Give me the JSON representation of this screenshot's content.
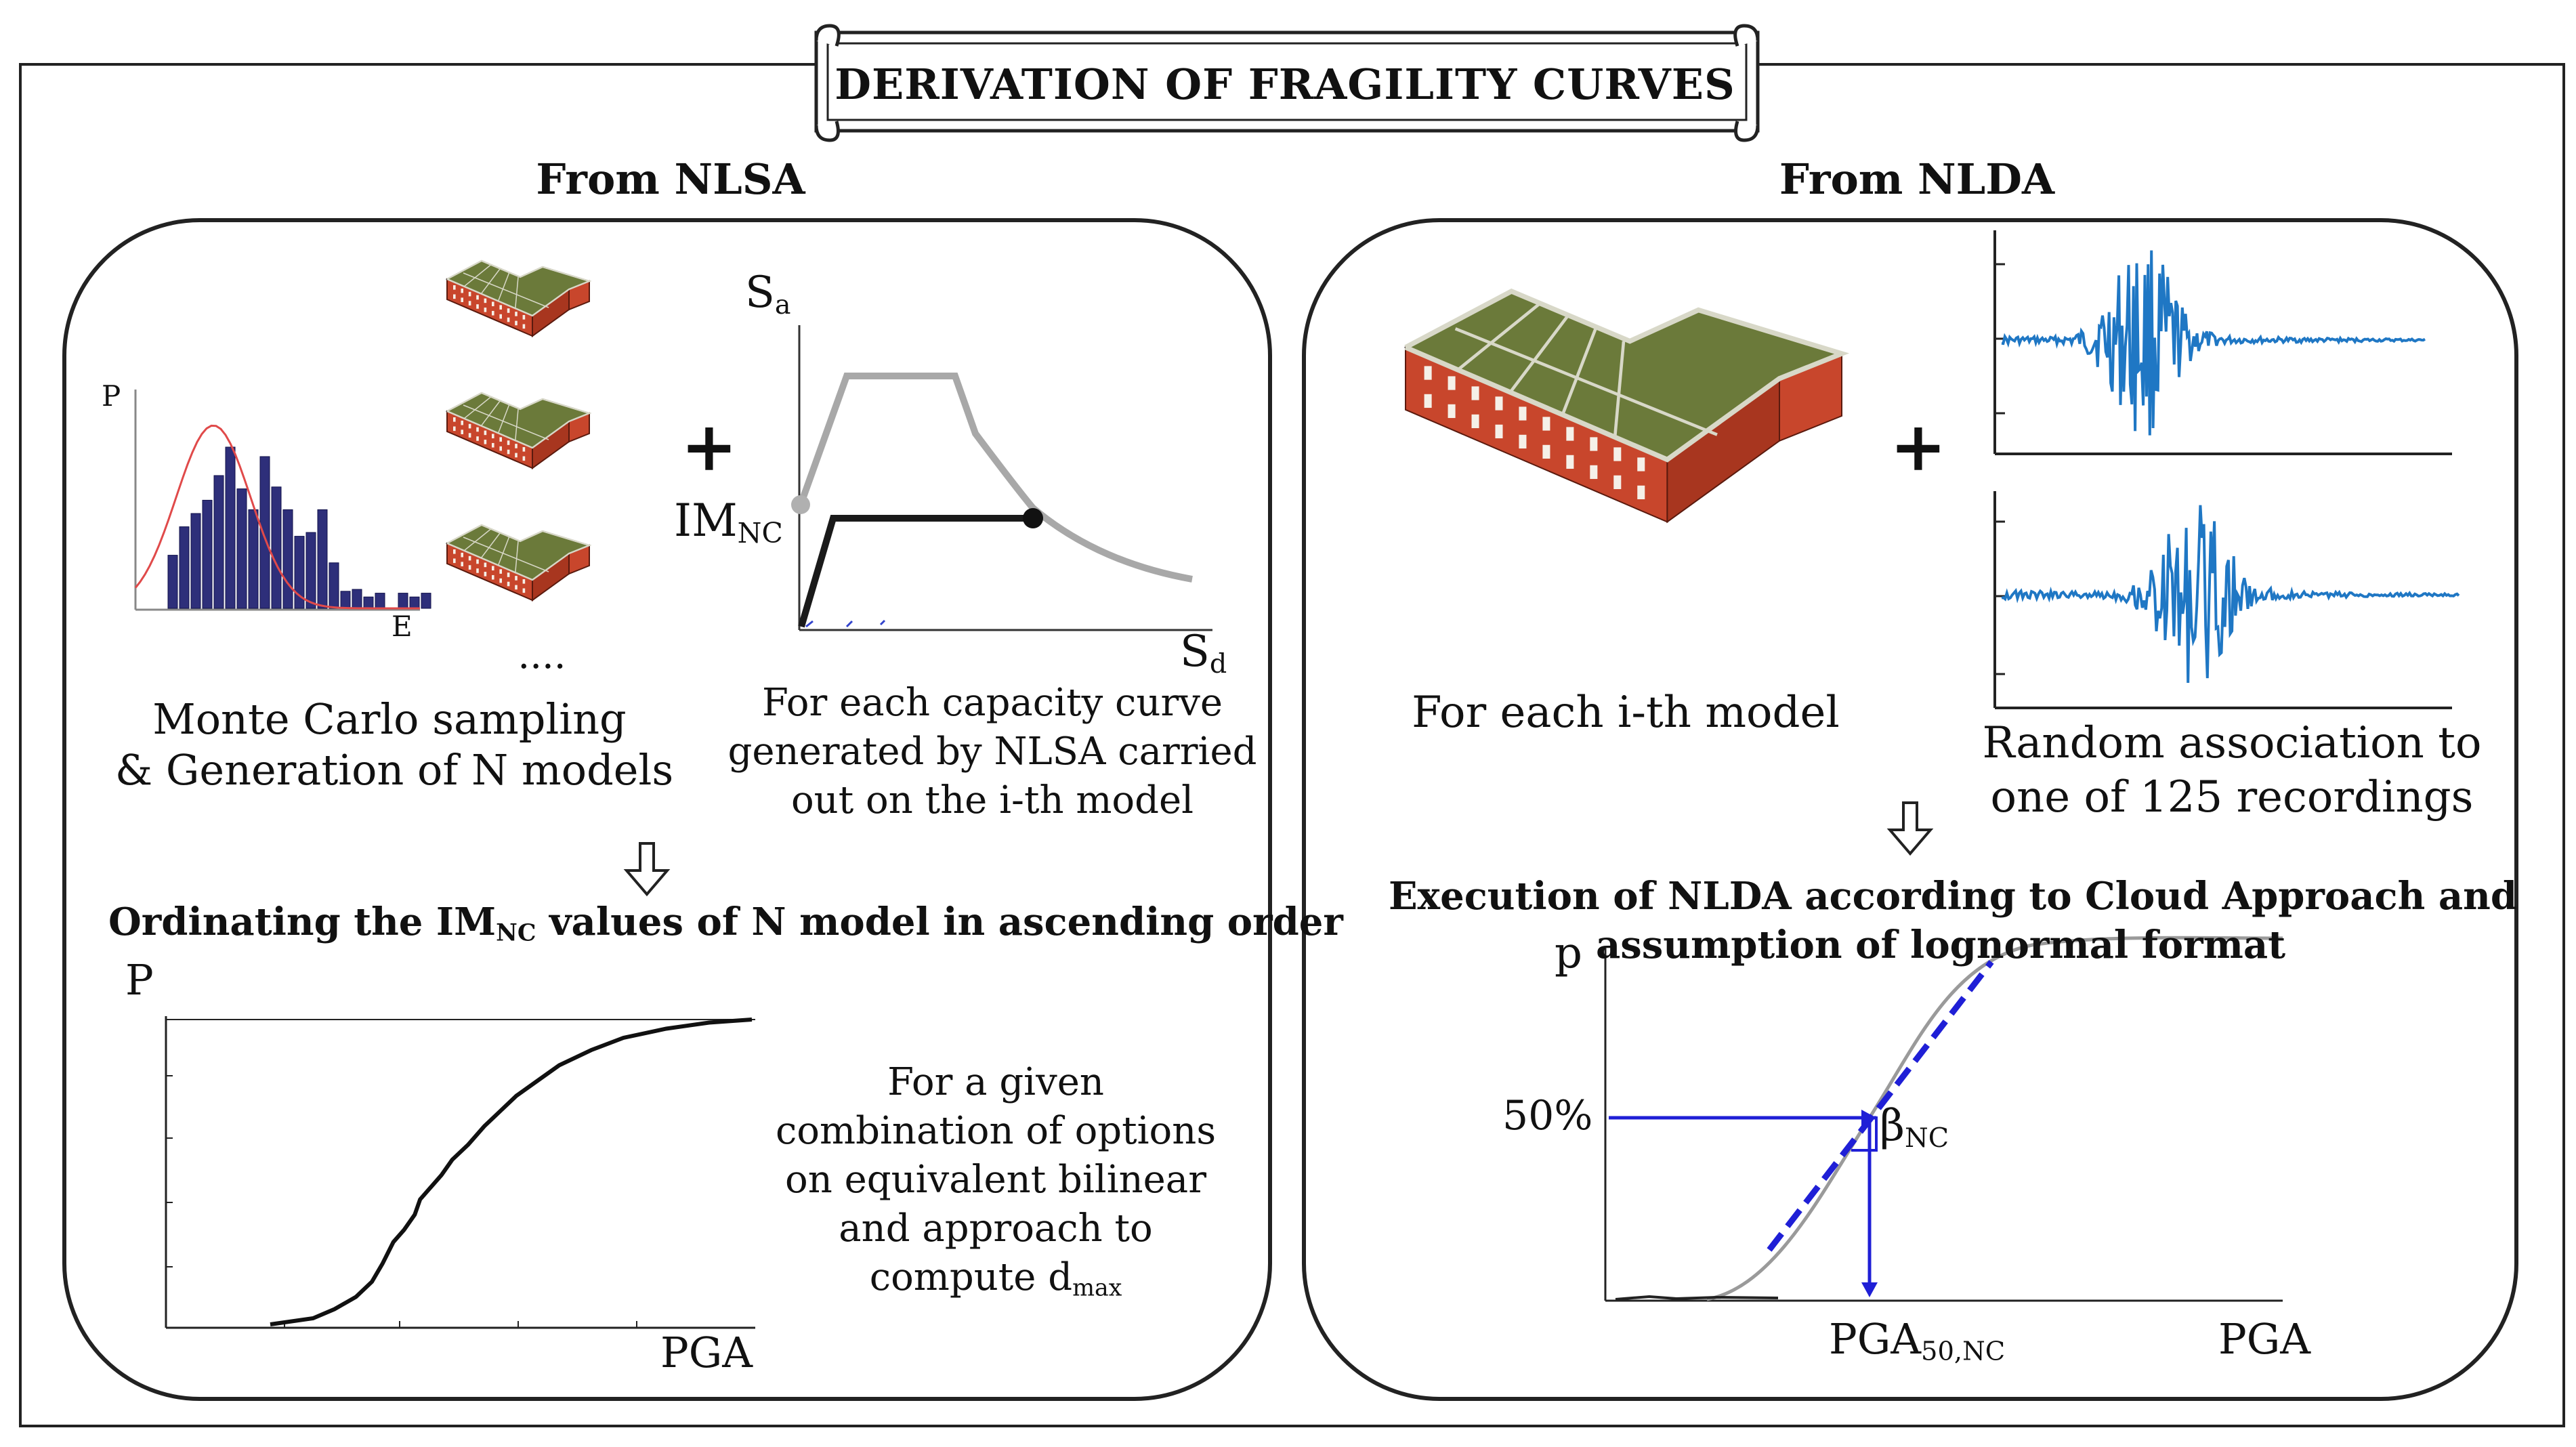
{
  "title": "DERIVATION OF FRAGILITY CURVES",
  "left_panel": {
    "heading": "From NLSA",
    "histogram": {
      "ylabel": "P",
      "xlabel": "E",
      "bars": [
        0.28,
        0.43,
        0.5,
        0.57,
        0.7,
        0.85,
        0.63,
        0.52,
        0.8,
        0.64,
        0.52,
        0.38,
        0.4,
        0.52,
        0.24,
        0.09,
        0.1,
        0.06,
        0.08,
        0.0,
        0.08,
        0.06,
        0.08
      ]
    },
    "plus": "+",
    "dots": "....",
    "caption_left_line1": "Monte Carlo sampling",
    "caption_left_line2": "& Generation of N models",
    "capacity_plot": {
      "ylabel_main": "S",
      "ylabel_sub": "a",
      "xlabel_main": "S",
      "xlabel_sub": "d",
      "im_main": "IM",
      "im_sub": "NC"
    },
    "caption_right_line1": "For each capacity curve",
    "caption_right_line2": "generated by NLSA carried",
    "caption_right_line3": "out on the i-th model",
    "ordering_pre": "Ordinating the IM",
    "ordering_sub": "NC",
    "ordering_post": " values of N model in ascending order",
    "cdf_plot": {
      "ylabel": "P",
      "xlabel": "PGA",
      "curve": [
        [
          0.1,
          0.0
        ],
        [
          0.18,
          0.02
        ],
        [
          0.22,
          0.05
        ],
        [
          0.26,
          0.09
        ],
        [
          0.29,
          0.14
        ],
        [
          0.31,
          0.2
        ],
        [
          0.33,
          0.27
        ],
        [
          0.35,
          0.31
        ],
        [
          0.37,
          0.36
        ],
        [
          0.38,
          0.41
        ],
        [
          0.4,
          0.45
        ],
        [
          0.42,
          0.49
        ],
        [
          0.44,
          0.54
        ],
        [
          0.47,
          0.59
        ],
        [
          0.5,
          0.65
        ],
        [
          0.53,
          0.7
        ],
        [
          0.56,
          0.75
        ],
        [
          0.6,
          0.8
        ],
        [
          0.64,
          0.85
        ],
        [
          0.7,
          0.9
        ],
        [
          0.76,
          0.94
        ],
        [
          0.84,
          0.97
        ],
        [
          0.92,
          0.99
        ],
        [
          1.0,
          1.0
        ]
      ]
    },
    "note_line1": "For a given",
    "note_line2": "combination of options",
    "note_line3": "on equivalent bilinear",
    "note_line4": "and approach to",
    "note_line5_main": "compute d",
    "note_line5_sub": "max"
  },
  "right_panel": {
    "heading": "From NLDA",
    "plus": "+",
    "caption_model": "For each i-th model",
    "caption_rec_line1": "Random association to",
    "caption_rec_line2": "one of 125 recordings",
    "execution_line1": "Execution of NLDA according to Cloud Approach and",
    "execution_line2": "assumption of lognormal format",
    "fragility_plot": {
      "ylabel": "p",
      "level_label": "50%",
      "beta_main": "β",
      "beta_sub": "NC",
      "median_main": "PGA",
      "median_sub": "50,NC",
      "xlabel": "PGA"
    }
  },
  "colors": {
    "brick": "#c8462c",
    "floor": "#6b7a3a",
    "bar_fill": "#2e2f7a",
    "pdf_line": "#e04a4a",
    "signal": "#1f77c4",
    "blue_arrow": "#1f1fd6",
    "grey_curve": "#9a9a9a"
  }
}
